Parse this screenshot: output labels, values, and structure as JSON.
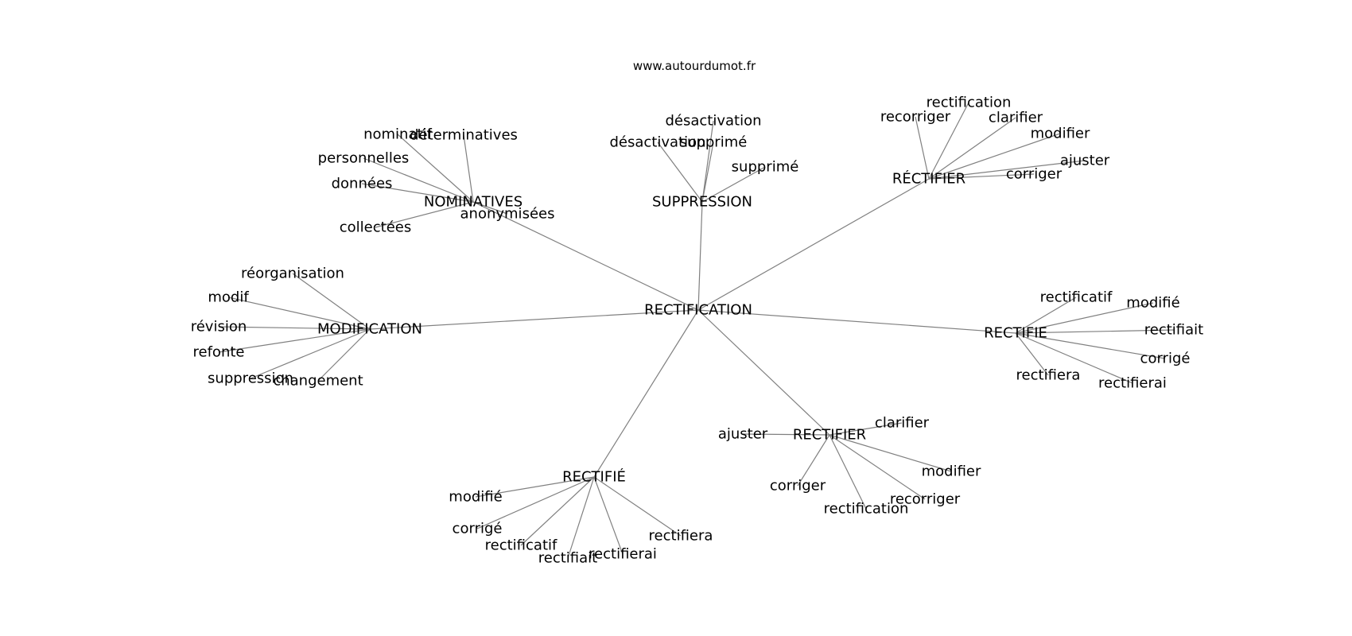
{
  "site": "www.autourdumot.fr",
  "colors": {
    "edge": "#808080",
    "text": "#000000",
    "background": "#ffffff"
  },
  "graph": {
    "root": "RECTIFICATION",
    "hubs": [
      {
        "label": "NOMINATIVES",
        "leaves": [
          "nominatif",
          "déterminatives",
          "personnelles",
          "données",
          "collectées",
          "anonymisées"
        ]
      },
      {
        "label": "SUPPRESSION",
        "leaves": [
          "désactivation",
          "désactivation",
          "supprimé",
          "supprimé"
        ]
      },
      {
        "label": "RÉCTIFIER",
        "leaves": [
          "recorriger",
          "rectification",
          "clarifier",
          "modifier",
          "ajuster",
          "corriger"
        ]
      },
      {
        "label": "MODIFICATION",
        "leaves": [
          "réorganisation",
          "modif",
          "révision",
          "refonte",
          "suppression",
          "changement"
        ]
      },
      {
        "label": "RECTIFIE",
        "leaves": [
          "rectificatif",
          "modifié",
          "rectifiait",
          "corrigé",
          "rectifierai",
          "rectifiera"
        ]
      },
      {
        "label": "RECTIFIER",
        "leaves": [
          "ajuster",
          "clarifier",
          "modifier",
          "recorriger",
          "rectification",
          "corriger"
        ]
      },
      {
        "label": "RECTIFIÉ",
        "leaves": [
          "modifié",
          "corrigé",
          "rectificatif",
          "rectifiait",
          "rectifierai",
          "rectifiera"
        ]
      }
    ]
  }
}
